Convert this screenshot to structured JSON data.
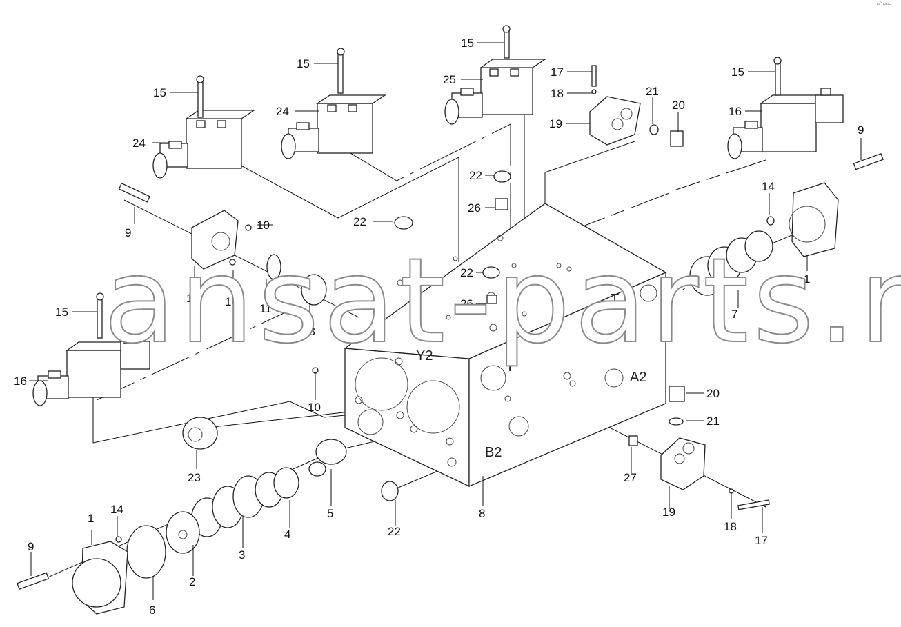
{
  "watermark": "ansat-parts.ru",
  "corner_mark": "▫ᴰ ▫▫▫",
  "ports": {
    "t_front": "T",
    "t_top": "T",
    "a2": "A2",
    "b2": "B2",
    "y2": "Y2"
  },
  "callouts": [
    {
      "id": "c15a",
      "text": "15"
    },
    {
      "id": "c15b",
      "text": "15"
    },
    {
      "id": "c15c",
      "text": "15"
    },
    {
      "id": "c15d",
      "text": "15"
    },
    {
      "id": "c15e",
      "text": "15"
    },
    {
      "id": "c24a",
      "text": "24"
    },
    {
      "id": "c24b",
      "text": "24"
    },
    {
      "id": "c25",
      "text": "25"
    },
    {
      "id": "c17a",
      "text": "17"
    },
    {
      "id": "c18a",
      "text": "18"
    },
    {
      "id": "c19a",
      "text": "19"
    },
    {
      "id": "c21a",
      "text": "21"
    },
    {
      "id": "c20a",
      "text": "20"
    },
    {
      "id": "c16a",
      "text": "16"
    },
    {
      "id": "c9a",
      "text": "9"
    },
    {
      "id": "c14a",
      "text": "14"
    },
    {
      "id": "c1a",
      "text": "1"
    },
    {
      "id": "c22a",
      "text": "22"
    },
    {
      "id": "c26a",
      "text": "26"
    },
    {
      "id": "c22b",
      "text": "22"
    },
    {
      "id": "c9b",
      "text": "9"
    },
    {
      "id": "c10a",
      "text": "10"
    },
    {
      "id": "c22c",
      "text": "22"
    },
    {
      "id": "c26b",
      "text": "26"
    },
    {
      "id": "c12",
      "text": "12"
    },
    {
      "id": "c14b",
      "text": "14"
    },
    {
      "id": "c11",
      "text": "11"
    },
    {
      "id": "c13",
      "text": "13"
    },
    {
      "id": "c7",
      "text": "7"
    },
    {
      "id": "c15f",
      "text": "15"
    },
    {
      "id": "c16b",
      "text": "16"
    },
    {
      "id": "c10b",
      "text": "10"
    },
    {
      "id": "c20b",
      "text": "20"
    },
    {
      "id": "c21b",
      "text": "21"
    },
    {
      "id": "c23",
      "text": "23"
    },
    {
      "id": "c27",
      "text": "27"
    },
    {
      "id": "c5",
      "text": "5"
    },
    {
      "id": "c8",
      "text": "8"
    },
    {
      "id": "c19b",
      "text": "19"
    },
    {
      "id": "c1b",
      "text": "1"
    },
    {
      "id": "c14c",
      "text": "14"
    },
    {
      "id": "c4",
      "text": "4"
    },
    {
      "id": "c22d",
      "text": "22"
    },
    {
      "id": "c9c",
      "text": "9"
    },
    {
      "id": "c3",
      "text": "3"
    },
    {
      "id": "c2",
      "text": "2"
    },
    {
      "id": "c18b",
      "text": "18"
    },
    {
      "id": "c17b",
      "text": "17"
    },
    {
      "id": "c6",
      "text": "6"
    }
  ]
}
